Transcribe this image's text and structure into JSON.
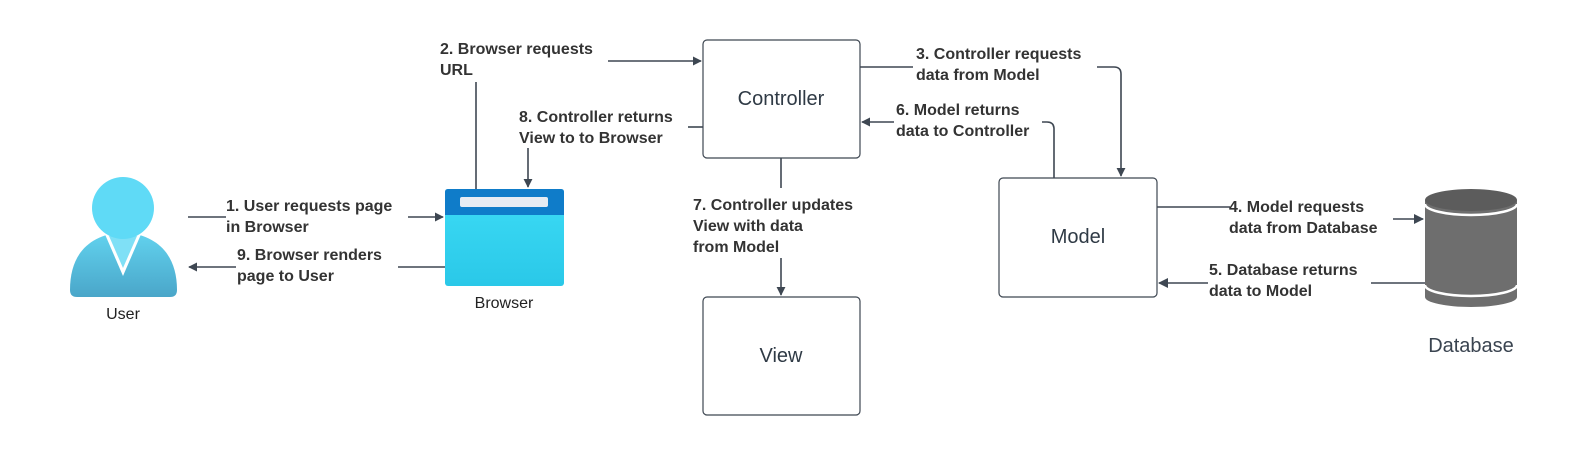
{
  "nodes": {
    "controller": "Controller",
    "model": "Model",
    "view": "View",
    "user": "User",
    "browser": "Browser",
    "database": "Database"
  },
  "steps": {
    "s1": [
      "1. User requests page",
      "in Browser"
    ],
    "s2": [
      "2. Browser requests",
      "URL"
    ],
    "s3": [
      "3. Controller requests",
      "data from Model"
    ],
    "s4": [
      "4. Model requests",
      "data from Database"
    ],
    "s5": [
      "5. Database returns",
      "data to Model"
    ],
    "s6": [
      "6. Model returns",
      "data to Controller"
    ],
    "s7": [
      "7. Controller updates",
      "View with data",
      "from Model"
    ],
    "s8": [
      "8. Controller returns",
      "View to to Browser"
    ],
    "s9": [
      "9. Browser renders",
      "page to User"
    ]
  },
  "colors": {
    "user_icon_light": "#5fd8f5",
    "user_icon_dark": "#4aa8cc",
    "browser_bar": "#0f7cc9",
    "browser_body": "#35d2f0",
    "database_body": "#6e6e6e",
    "database_top": "#5a5a5a",
    "line": "#3e4752"
  },
  "icons": {
    "user": "user-avatar-icon",
    "browser": "browser-window-icon",
    "database": "database-cylinder-icon"
  }
}
